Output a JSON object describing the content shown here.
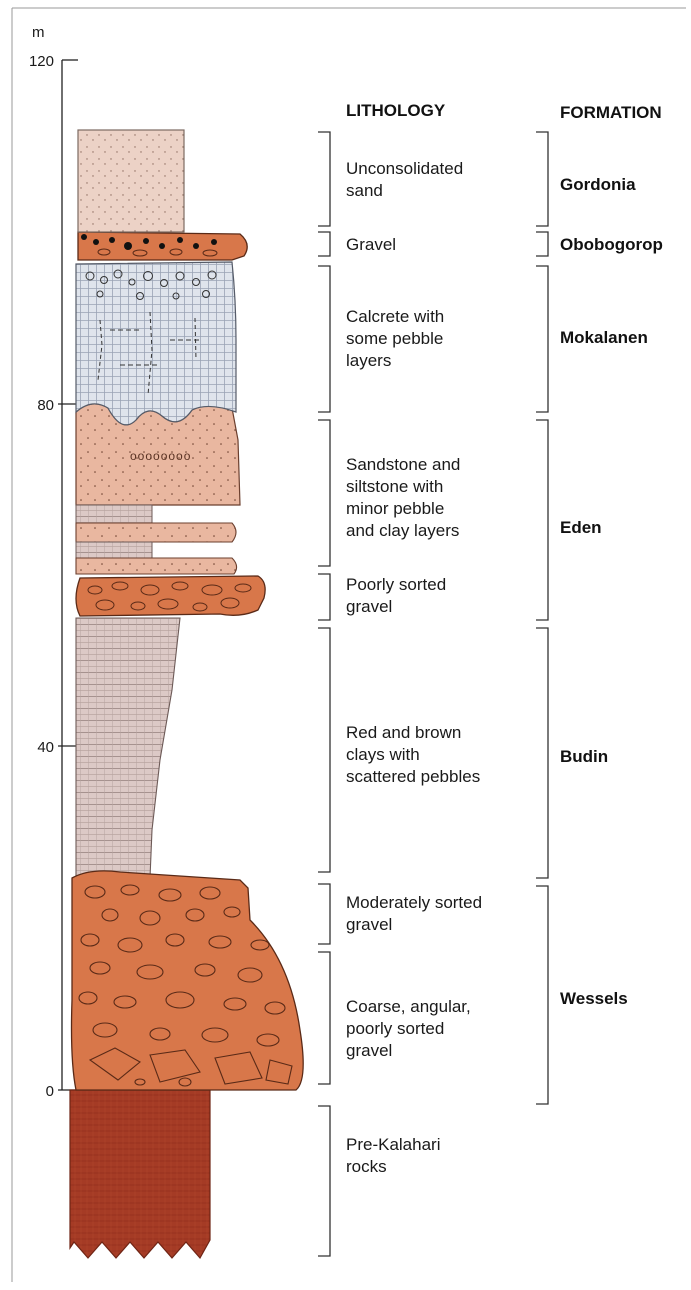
{
  "axis": {
    "unit": "m",
    "ticks": [
      {
        "label": "120"
      },
      {
        "label": "80"
      },
      {
        "label": "40"
      },
      {
        "label": "0"
      }
    ]
  },
  "headings": {
    "lithology": "LITHOLOGY",
    "formation": "FORMATION"
  },
  "lithology": [
    {
      "lines": [
        "Unconsolidated",
        "sand"
      ]
    },
    {
      "lines": [
        "Gravel"
      ]
    },
    {
      "lines": [
        "Calcrete with",
        "some pebble",
        "layers"
      ]
    },
    {
      "lines": [
        "Sandstone and",
        "siltstone with",
        "minor pebble",
        "and clay layers"
      ]
    },
    {
      "lines": [
        "Poorly sorted",
        "gravel"
      ]
    },
    {
      "lines": [
        "Red and brown",
        "clays with",
        "scattered pebbles"
      ]
    },
    {
      "lines": [
        "Moderately sorted",
        "gravel"
      ]
    },
    {
      "lines": [
        "Coarse, angular,",
        "poorly sorted",
        "gravel"
      ]
    },
    {
      "lines": [
        "Pre-Kalahari",
        "rocks"
      ]
    }
  ],
  "formations": [
    {
      "name": "Gordonia"
    },
    {
      "name": "Obobogorop"
    },
    {
      "name": "Mokalanen"
    },
    {
      "name": "Eden"
    },
    {
      "name": "Budin"
    },
    {
      "name": "Wessels"
    }
  ],
  "colors": {
    "sand": "#ecd2c6",
    "gravel_orange": "#d8774a",
    "calcrete": "#dfe4ec",
    "sandstone": "#e9b7a0",
    "clay": "#dcc9c6",
    "pre_kalahari": "#a53b25"
  }
}
